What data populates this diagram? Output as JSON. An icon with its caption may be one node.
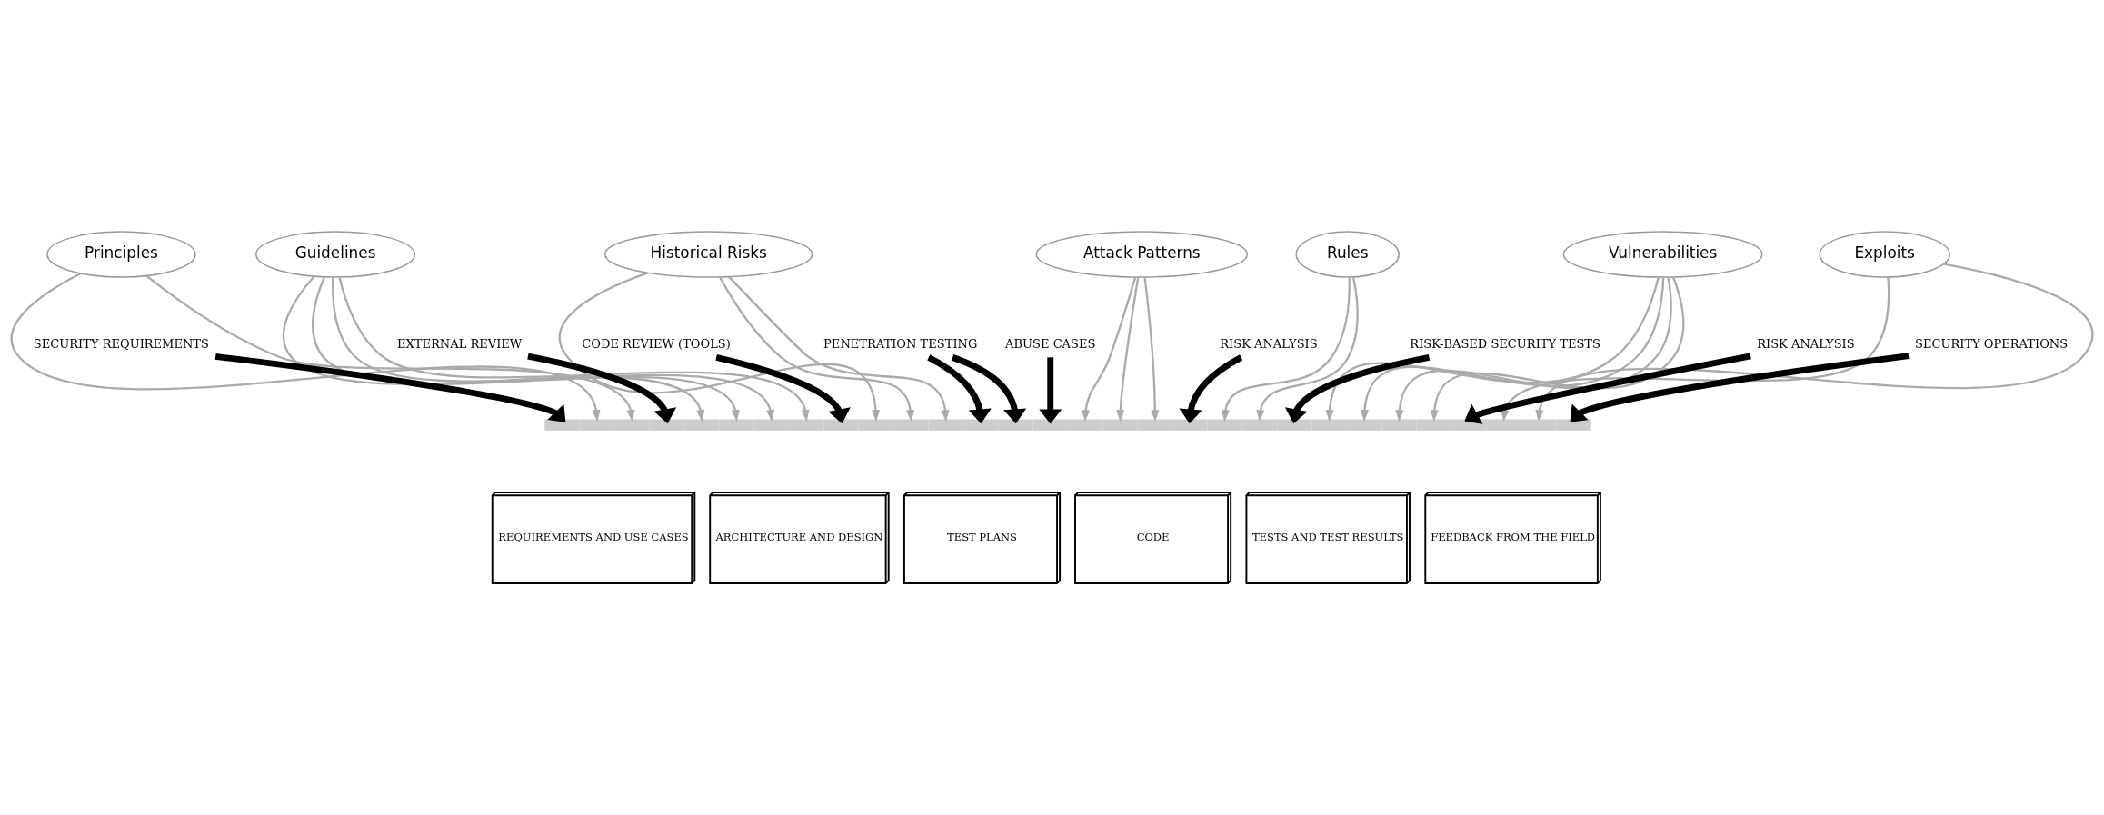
{
  "diagram": {
    "nodes": [
      {
        "text": [
          "Principles"
        ]
      },
      {
        "text": [
          "Guidelines"
        ]
      },
      {
        "text": [
          "Historical Risks"
        ]
      },
      {
        "text": [
          "Attack Patterns"
        ]
      },
      {
        "text": [
          "Rules"
        ]
      },
      {
        "text": [
          "Vulnerabilities"
        ]
      },
      {
        "text": [
          "Exploits"
        ]
      },
      {
        "text": [
          "SECURITY REQUIREMENTS"
        ]
      },
      {
        "text": [
          "EXTERNAL REVIEW"
        ]
      },
      {
        "text": [
          "CODE REVIEW (TOOLS)"
        ]
      },
      {
        "text": [
          "PENETRATION TESTING"
        ]
      },
      {
        "text": [
          "ABUSE CASES"
        ]
      },
      {
        "text": [
          "RISK ANALYSIS"
        ]
      },
      {
        "text": [
          "RISK-BASED SECURITY TESTS"
        ]
      },
      {
        "text": [
          "RISK ANALYSIS"
        ]
      },
      {
        "text": [
          "SECURITY OPERATIONS"
        ]
      },
      {
        "text": [],
        "shape": "bar"
      },
      {
        "text": [
          "REQUIREMENTS AND USE CASES"
        ]
      },
      {
        "text": [
          "ARCHITECTURE AND DESIGN"
        ]
      },
      {
        "text": [
          "TEST PLANS"
        ]
      },
      {
        "text": [
          "CODE"
        ]
      },
      {
        "text": [
          "TESTS AND TEST RESULTS"
        ]
      },
      {
        "text": [
          "FEEDBACK FROM THE FIELD"
        ]
      }
    ],
    "edges": [
      {
        "from": 11,
        "to": 16,
        "arrow": "to",
        "style": "thick",
        "color": "#000000"
      },
      {
        "from": 7,
        "to": 16,
        "arrow": "to",
        "style": "thick",
        "color": "#000000"
      },
      {
        "from": 8,
        "to": 16,
        "arrow": "to",
        "style": "thick",
        "color": "#000000"
      },
      {
        "from": 12,
        "to": 16,
        "arrow": "to",
        "style": "thick",
        "color": "#000000"
      },
      {
        "from": 13,
        "to": 16,
        "arrow": "to",
        "style": "thick",
        "color": "#000000"
      },
      {
        "from": 9,
        "to": 16,
        "arrow": "to",
        "style": "thick",
        "color": "#000000"
      },
      {
        "from": 14,
        "to": 16,
        "arrow": "to",
        "style": "thick",
        "color": "#000000"
      },
      {
        "from": 10,
        "to": 16,
        "arrow": "to",
        "style": "thick",
        "color": "#000000"
      },
      {
        "from": 10,
        "to": 16,
        "arrow": "to",
        "style": "thick",
        "color": "#000000"
      },
      {
        "from": 15,
        "to": 16,
        "arrow": "to",
        "style": "thick",
        "color": "#000000"
      },
      {
        "from": 0,
        "to": 16,
        "arrow": "to"
      },
      {
        "from": 0,
        "to": 16,
        "arrow": "to"
      },
      {
        "from": 1,
        "to": 16,
        "arrow": "to"
      },
      {
        "from": 1,
        "to": 16,
        "arrow": "to"
      },
      {
        "from": 1,
        "to": 16,
        "arrow": "to"
      },
      {
        "from": 1,
        "to": 16,
        "arrow": "to"
      },
      {
        "from": 2,
        "to": 16,
        "arrow": "to"
      },
      {
        "from": 2,
        "to": 16,
        "arrow": "to"
      },
      {
        "from": 2,
        "to": 16,
        "arrow": "to"
      },
      {
        "from": 3,
        "to": 16,
        "arrow": "to"
      },
      {
        "from": 3,
        "to": 16,
        "arrow": "to"
      },
      {
        "from": 3,
        "to": 16,
        "arrow": "to"
      },
      {
        "from": 4,
        "to": 16,
        "arrow": "to"
      },
      {
        "from": 4,
        "to": 16,
        "arrow": "to"
      },
      {
        "from": 5,
        "to": 16,
        "arrow": "to"
      },
      {
        "from": 5,
        "to": 16,
        "arrow": "to"
      },
      {
        "from": 5,
        "to": 16,
        "arrow": "to"
      },
      {
        "from": 5,
        "to": 16,
        "arrow": "to"
      },
      {
        "from": 6,
        "to": 16,
        "arrow": "to"
      },
      {
        "from": 6,
        "to": 16,
        "arrow": "to"
      }
    ]
  }
}
